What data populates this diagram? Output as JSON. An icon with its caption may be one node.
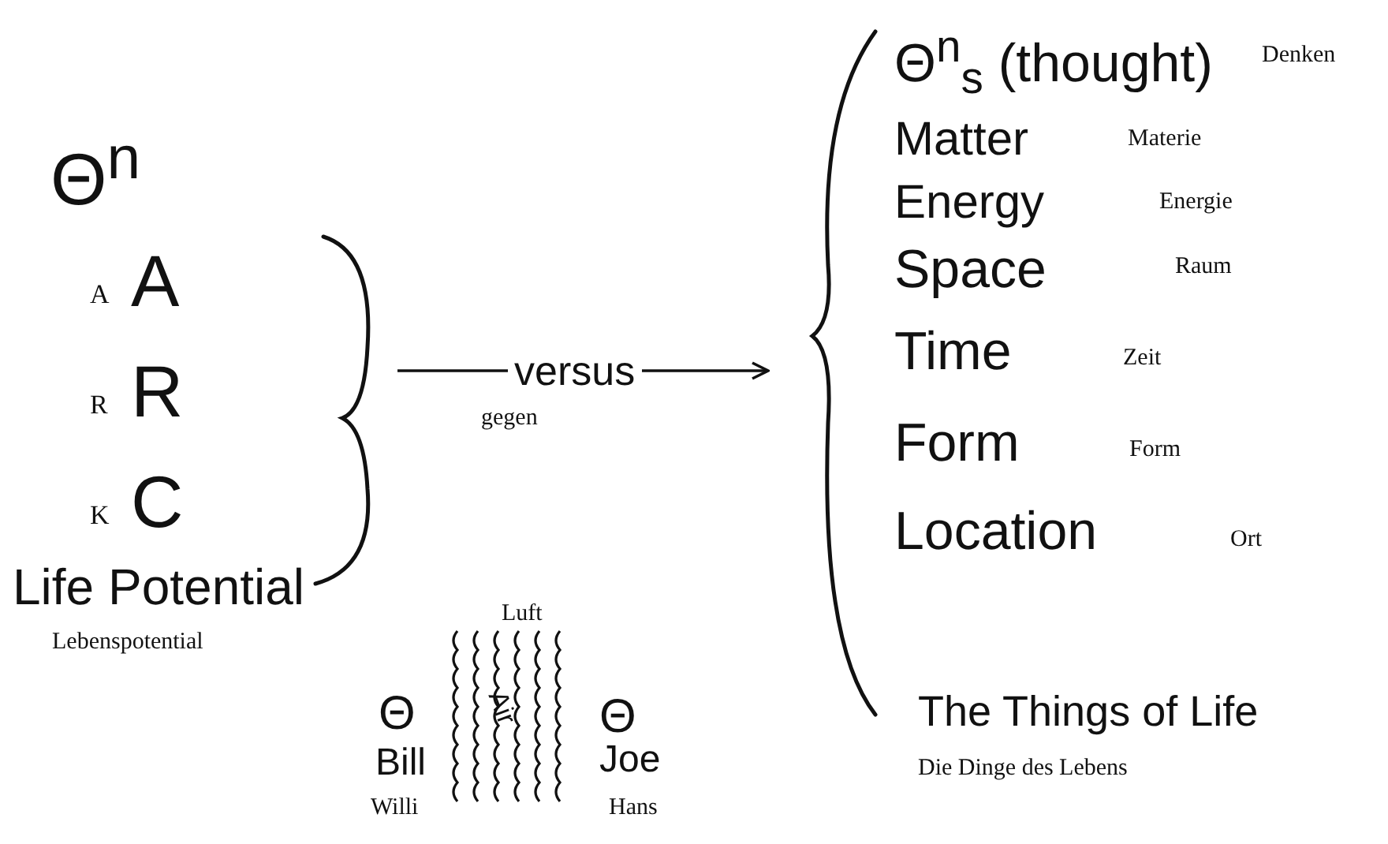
{
  "diagram": {
    "nodes": [
      {
        "text": [
          "Θ$^{n}$",
          "A",
          "A",
          "R",
          "R",
          "K",
          "C",
          "Life Potential",
          "Lebenspotential"
        ]
      },
      {
        "text": [
          "Θ$^{n}$$_{s}$ (thought)",
          "Denken",
          "Matter",
          "Materie",
          "Energy",
          "Energie",
          "Space",
          "Raum",
          "Time",
          "Zeit",
          "Form",
          "Form",
          "Location",
          "Ort",
          "The Things of Life",
          "Die Dinge des Lebens"
        ]
      }
    ],
    "edges": [
      {
        "from": 0,
        "to": 1,
        "arrow": "to",
        "label": "versus"
      }
    ],
    "labels": [
      "gegen",
      "Luft",
      "Θ",
      "Air",
      "Θ",
      "Bill",
      "Joe",
      "Willi",
      "Hans"
    ]
  }
}
